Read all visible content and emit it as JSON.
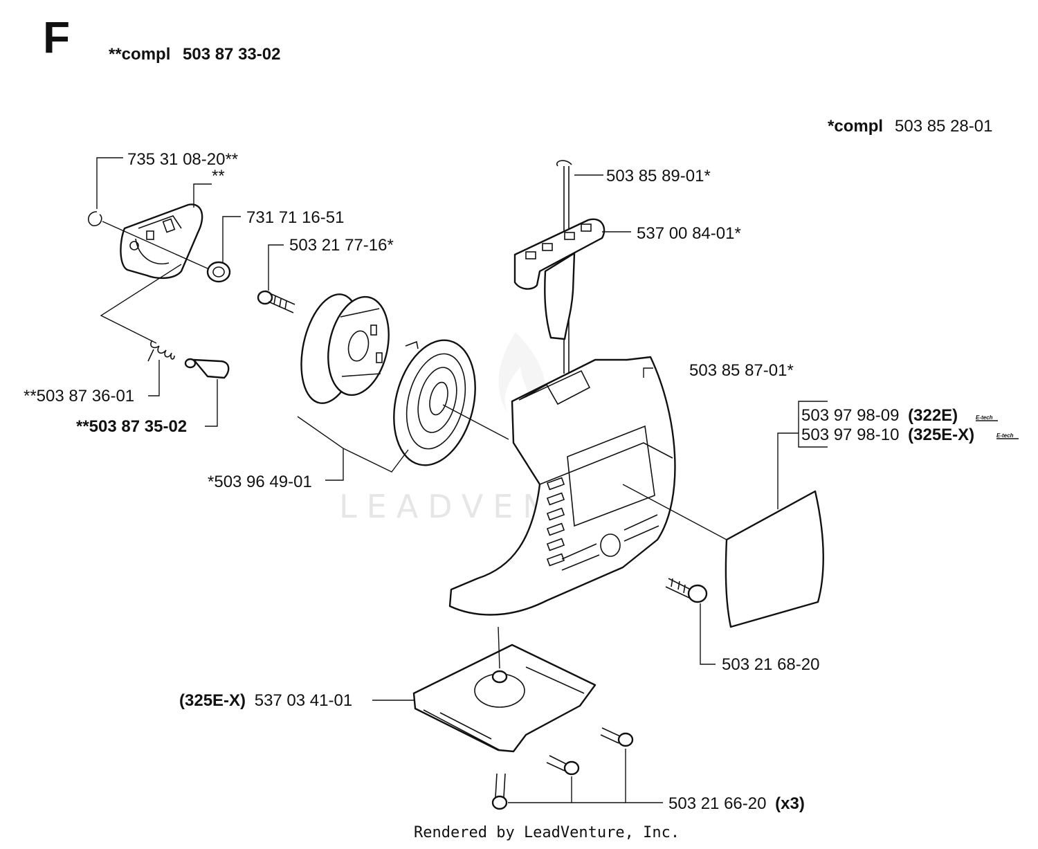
{
  "section_letter": "F",
  "header_kit": {
    "prefix": "**compl",
    "number": "503 87 33-02"
  },
  "side_kit": {
    "prefix": "*compl",
    "number": "503 85 28-01"
  },
  "watermark": "LEADVENTURE",
  "footer": "Rendered by LeadVenture, Inc.",
  "badge_text": "E-tech",
  "callouts": [
    {
      "id": "c1",
      "text": "735 31 08-20**"
    },
    {
      "id": "c2",
      "text": "**"
    },
    {
      "id": "c3",
      "text": "731 71 16-51"
    },
    {
      "id": "c4",
      "text": "503 21 77-16*"
    },
    {
      "id": "c5",
      "text": "**503 87 36-01"
    },
    {
      "id": "c6",
      "text": "**503 87 35-02"
    },
    {
      "id": "c7",
      "text": "*503 96 49-01"
    },
    {
      "id": "c8",
      "text": "503 85 89-01*"
    },
    {
      "id": "c9",
      "text": "537 00 84-01*"
    },
    {
      "id": "c10",
      "text": "503 85 87-01*"
    },
    {
      "id": "c11",
      "text": "503 97 98-09",
      "suffix": "(322E)"
    },
    {
      "id": "c12",
      "text": "503 97 98-10",
      "suffix": "(325E-X)"
    },
    {
      "id": "c13",
      "text": "503 21 68-20"
    },
    {
      "id": "c14",
      "prefix": "(325E-X)",
      "text": "537 03 41-01"
    },
    {
      "id": "c15",
      "text": "503 21 66-20",
      "suffix": "(x3)"
    }
  ]
}
